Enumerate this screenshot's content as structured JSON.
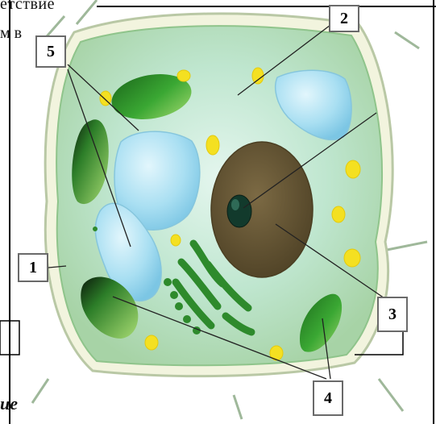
{
  "doc_fragments": {
    "top_text": "етствие",
    "second_text": "м в",
    "bottom_text": "ие"
  },
  "labels": {
    "l1": "1",
    "l2": "2",
    "l3": "3",
    "l4": "4",
    "l5": "5"
  },
  "colors": {
    "cytoplasm": "#bfe6cf",
    "cell_wall": "#f2f4de",
    "vacuole": "#a9dff2",
    "nucleus": "#6b5a36",
    "nucleolus": "#123a2c",
    "chloroplast": "#2f9a2c",
    "droplet": "#f4e021",
    "line": "#222222"
  }
}
